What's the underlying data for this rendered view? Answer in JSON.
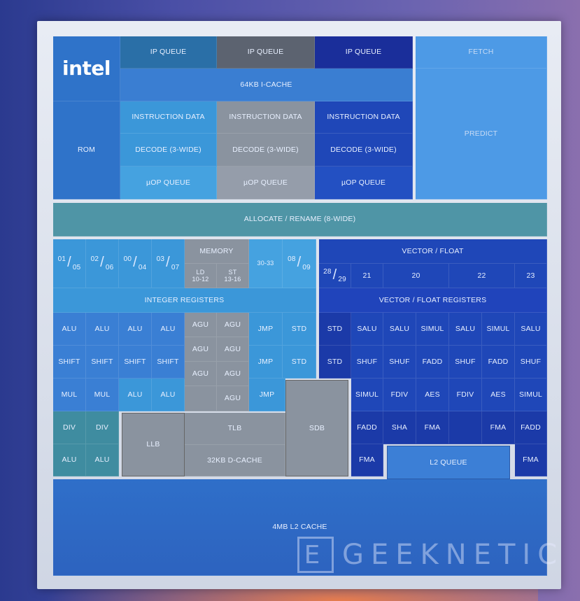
{
  "logo": "intel",
  "blocks": {
    "ip_queue_1": "IP QUEUE",
    "ip_queue_2": "IP QUEUE",
    "ip_queue_3": "IP QUEUE",
    "fetch": "FETCH",
    "icache": "64KB I-CACHE",
    "rom": "ROM",
    "predict": "PREDICT",
    "instr_data_1": "INSTRUCTION DATA",
    "instr_data_2": "INSTRUCTION DATA",
    "instr_data_3": "INSTRUCTION DATA",
    "decode_1": "DECODE (3-WIDE)",
    "decode_2": "DECODE (3-WIDE)",
    "decode_3": "DECODE (3-WIDE)",
    "uop_1": "µOP QUEUE",
    "uop_2": "µOP QUEUE",
    "uop_3": "µOP QUEUE",
    "allocate": "ALLOCATE / RENAME (8-WIDE)",
    "memory": "MEMORY",
    "ld": "LD\n10-12",
    "st": "ST\n13-16",
    "ports_30_33": "30-33",
    "integer_registers": "INTEGER REGISTERS",
    "vector_float": "VECTOR / FLOAT",
    "vector_float_registers": "VECTOR / FLOAT REGISTERS",
    "llb": "LLB",
    "tlb": "TLB",
    "sdb": "SDB",
    "dcache": "32KB D-CACHE",
    "l2queue": "L2 QUEUE",
    "l2cache": "4MB L2 CACHE"
  },
  "int_ports": [
    {
      "top": "01",
      "bot": "05"
    },
    {
      "top": "02",
      "bot": "06"
    },
    {
      "top": "00",
      "bot": "04"
    },
    {
      "top": "03",
      "bot": "07"
    },
    {
      "top": "08",
      "bot": "09"
    }
  ],
  "vec_ports": {
    "p28": {
      "top": "28",
      "bot": "29"
    },
    "p21": "21",
    "p20": "20",
    "p22": "22",
    "p23": "23"
  },
  "int_units": {
    "r1": [
      "ALU",
      "ALU",
      "ALU",
      "ALU",
      "AGU",
      "AGU",
      "JMP",
      "STD"
    ],
    "r2": [
      "SHIFT",
      "SHIFT",
      "SHIFT",
      "SHIFT",
      "AGU",
      "AGU",
      "JMP",
      "STD"
    ],
    "r2b": [
      "AGU",
      "AGU"
    ],
    "r3": [
      "MUL",
      "MUL",
      "ALU",
      "ALU",
      "AGU",
      "JMP"
    ],
    "r4": [
      "DIV",
      "DIV"
    ],
    "r5": [
      "ALU",
      "ALU"
    ]
  },
  "vec_units": {
    "r1": [
      "STD",
      "SALU",
      "SALU",
      "SIMUL",
      "SALU",
      "SIMUL",
      "SALU"
    ],
    "r2": [
      "STD",
      "SHUF",
      "SHUF",
      "FADD",
      "SHUF",
      "FADD",
      "SHUF"
    ],
    "r3": [
      "SIMUL",
      "FDIV",
      "AES",
      "FDIV",
      "AES",
      "SIMUL"
    ],
    "r4": [
      "FADD",
      "SHA",
      "FMA",
      "FMA",
      "FADD"
    ],
    "r5": [
      "FMA",
      "FMA"
    ]
  },
  "watermark": "GEEKNETIC",
  "watermark_box": "E"
}
